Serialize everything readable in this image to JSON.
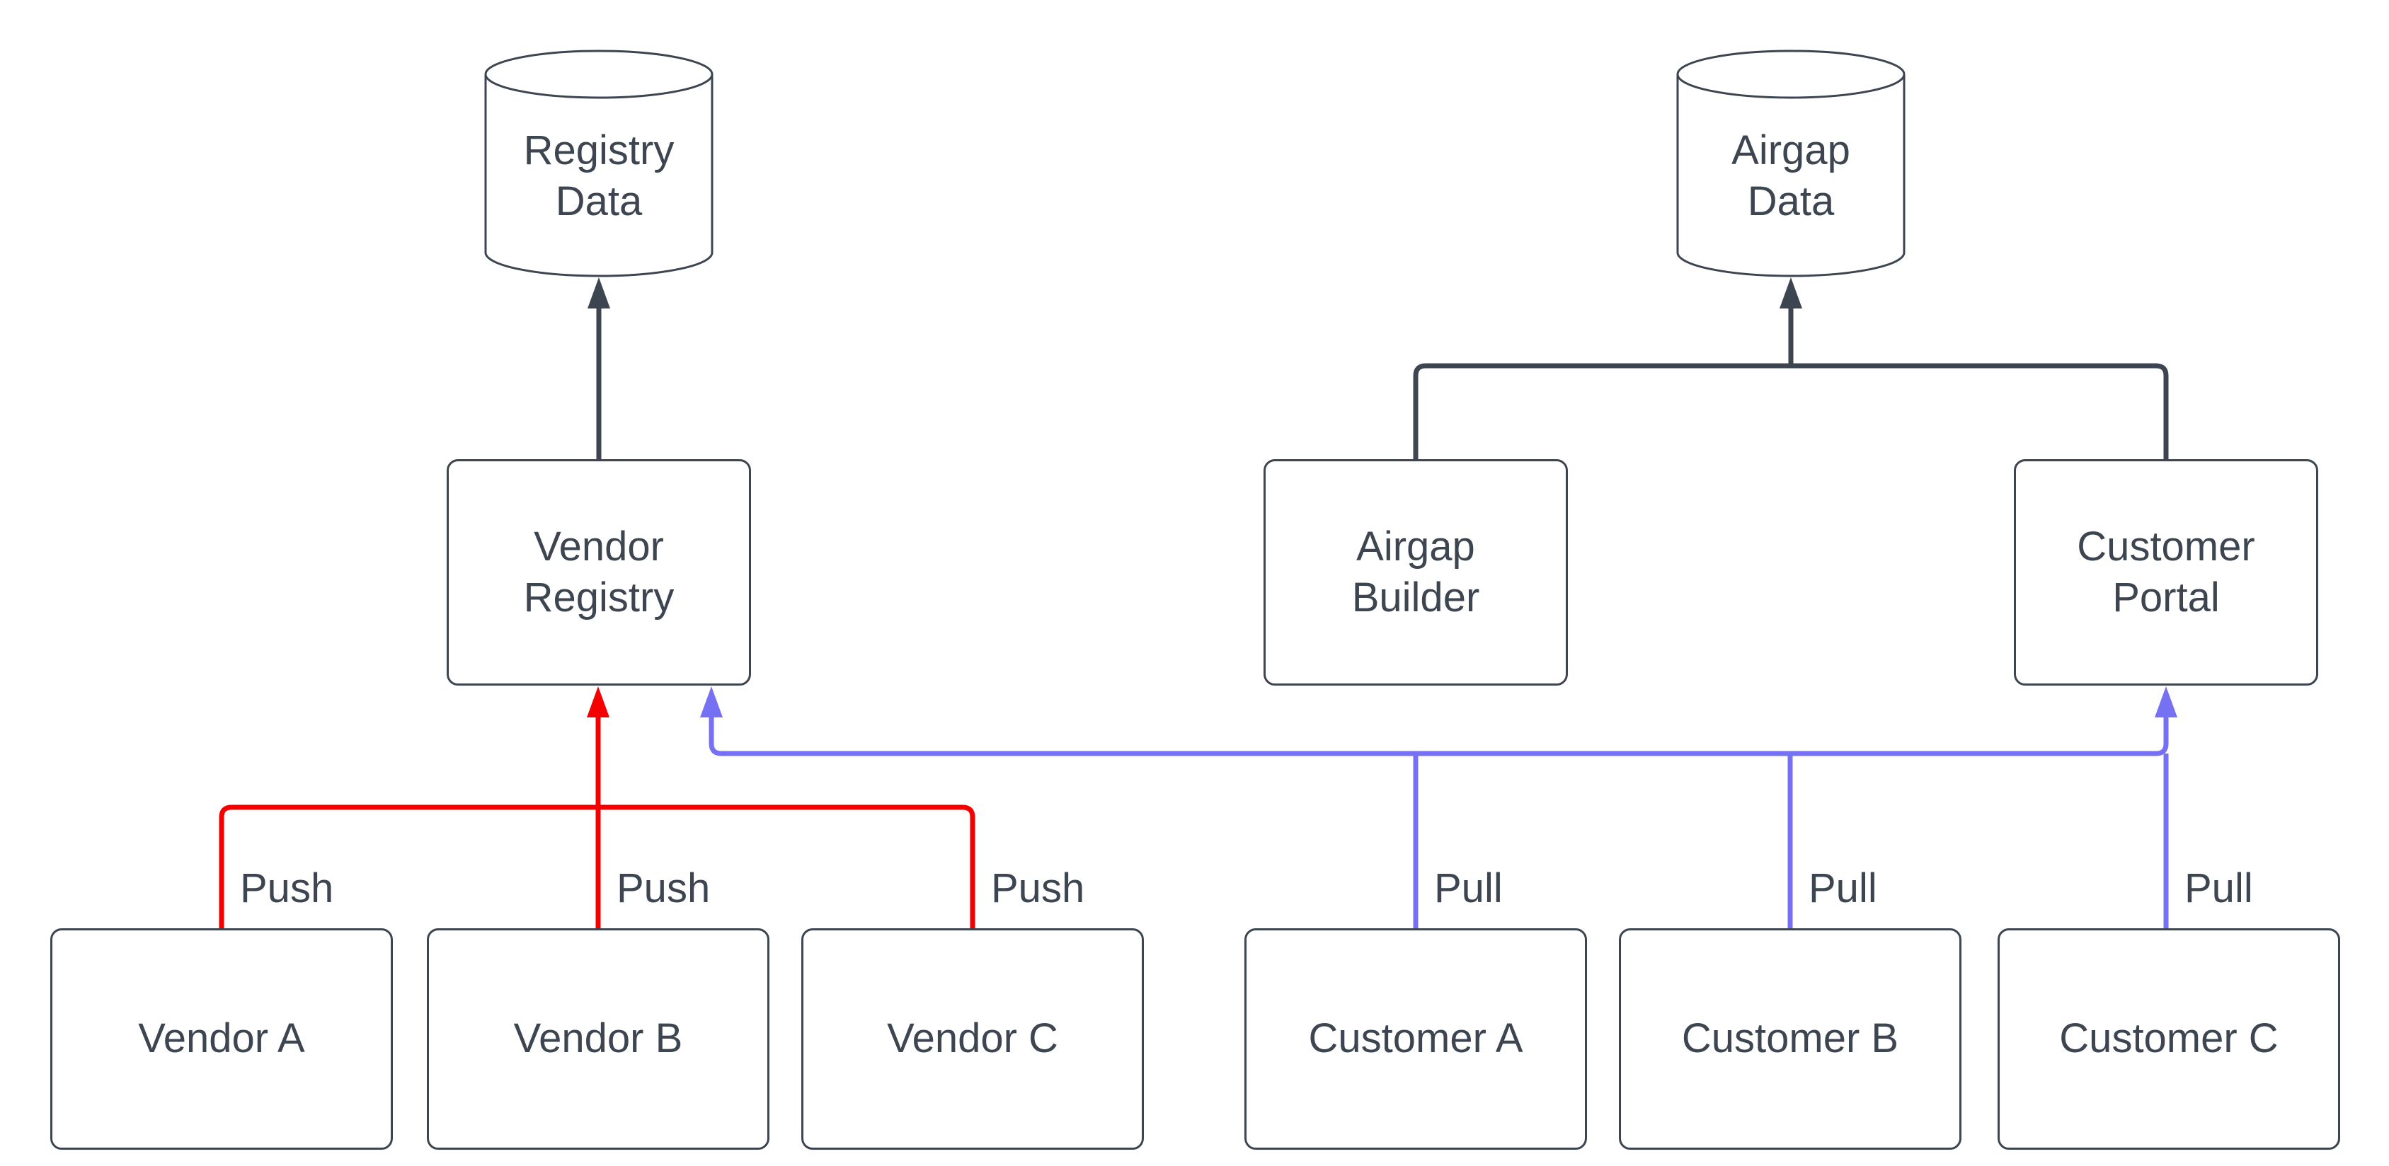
{
  "diagram": {
    "title_hint": "vendor push / customer pull registry flow",
    "colors": {
      "push_red": "#F50000",
      "pull_blue": "#7671F2",
      "neutral_dark": "#3C4550"
    },
    "datastores": {
      "registry": {
        "label": "Registry\nData"
      },
      "airgap": {
        "label": "Airgap\nData"
      }
    },
    "mid_nodes": {
      "vendor_registry": {
        "label": "Vendor\nRegistry"
      },
      "airgap_builder": {
        "label": "Airgap\nBuilder"
      },
      "customer_portal": {
        "label": "Customer\nPortal"
      }
    },
    "vendors": [
      {
        "label": "Vendor A"
      },
      {
        "label": "Vendor B"
      },
      {
        "label": "Vendor C"
      }
    ],
    "customers": [
      {
        "label": "Customer A"
      },
      {
        "label": "Customer B"
      },
      {
        "label": "Customer C"
      }
    ],
    "edge_labels": {
      "push": "Push",
      "pull": "Pull"
    }
  }
}
